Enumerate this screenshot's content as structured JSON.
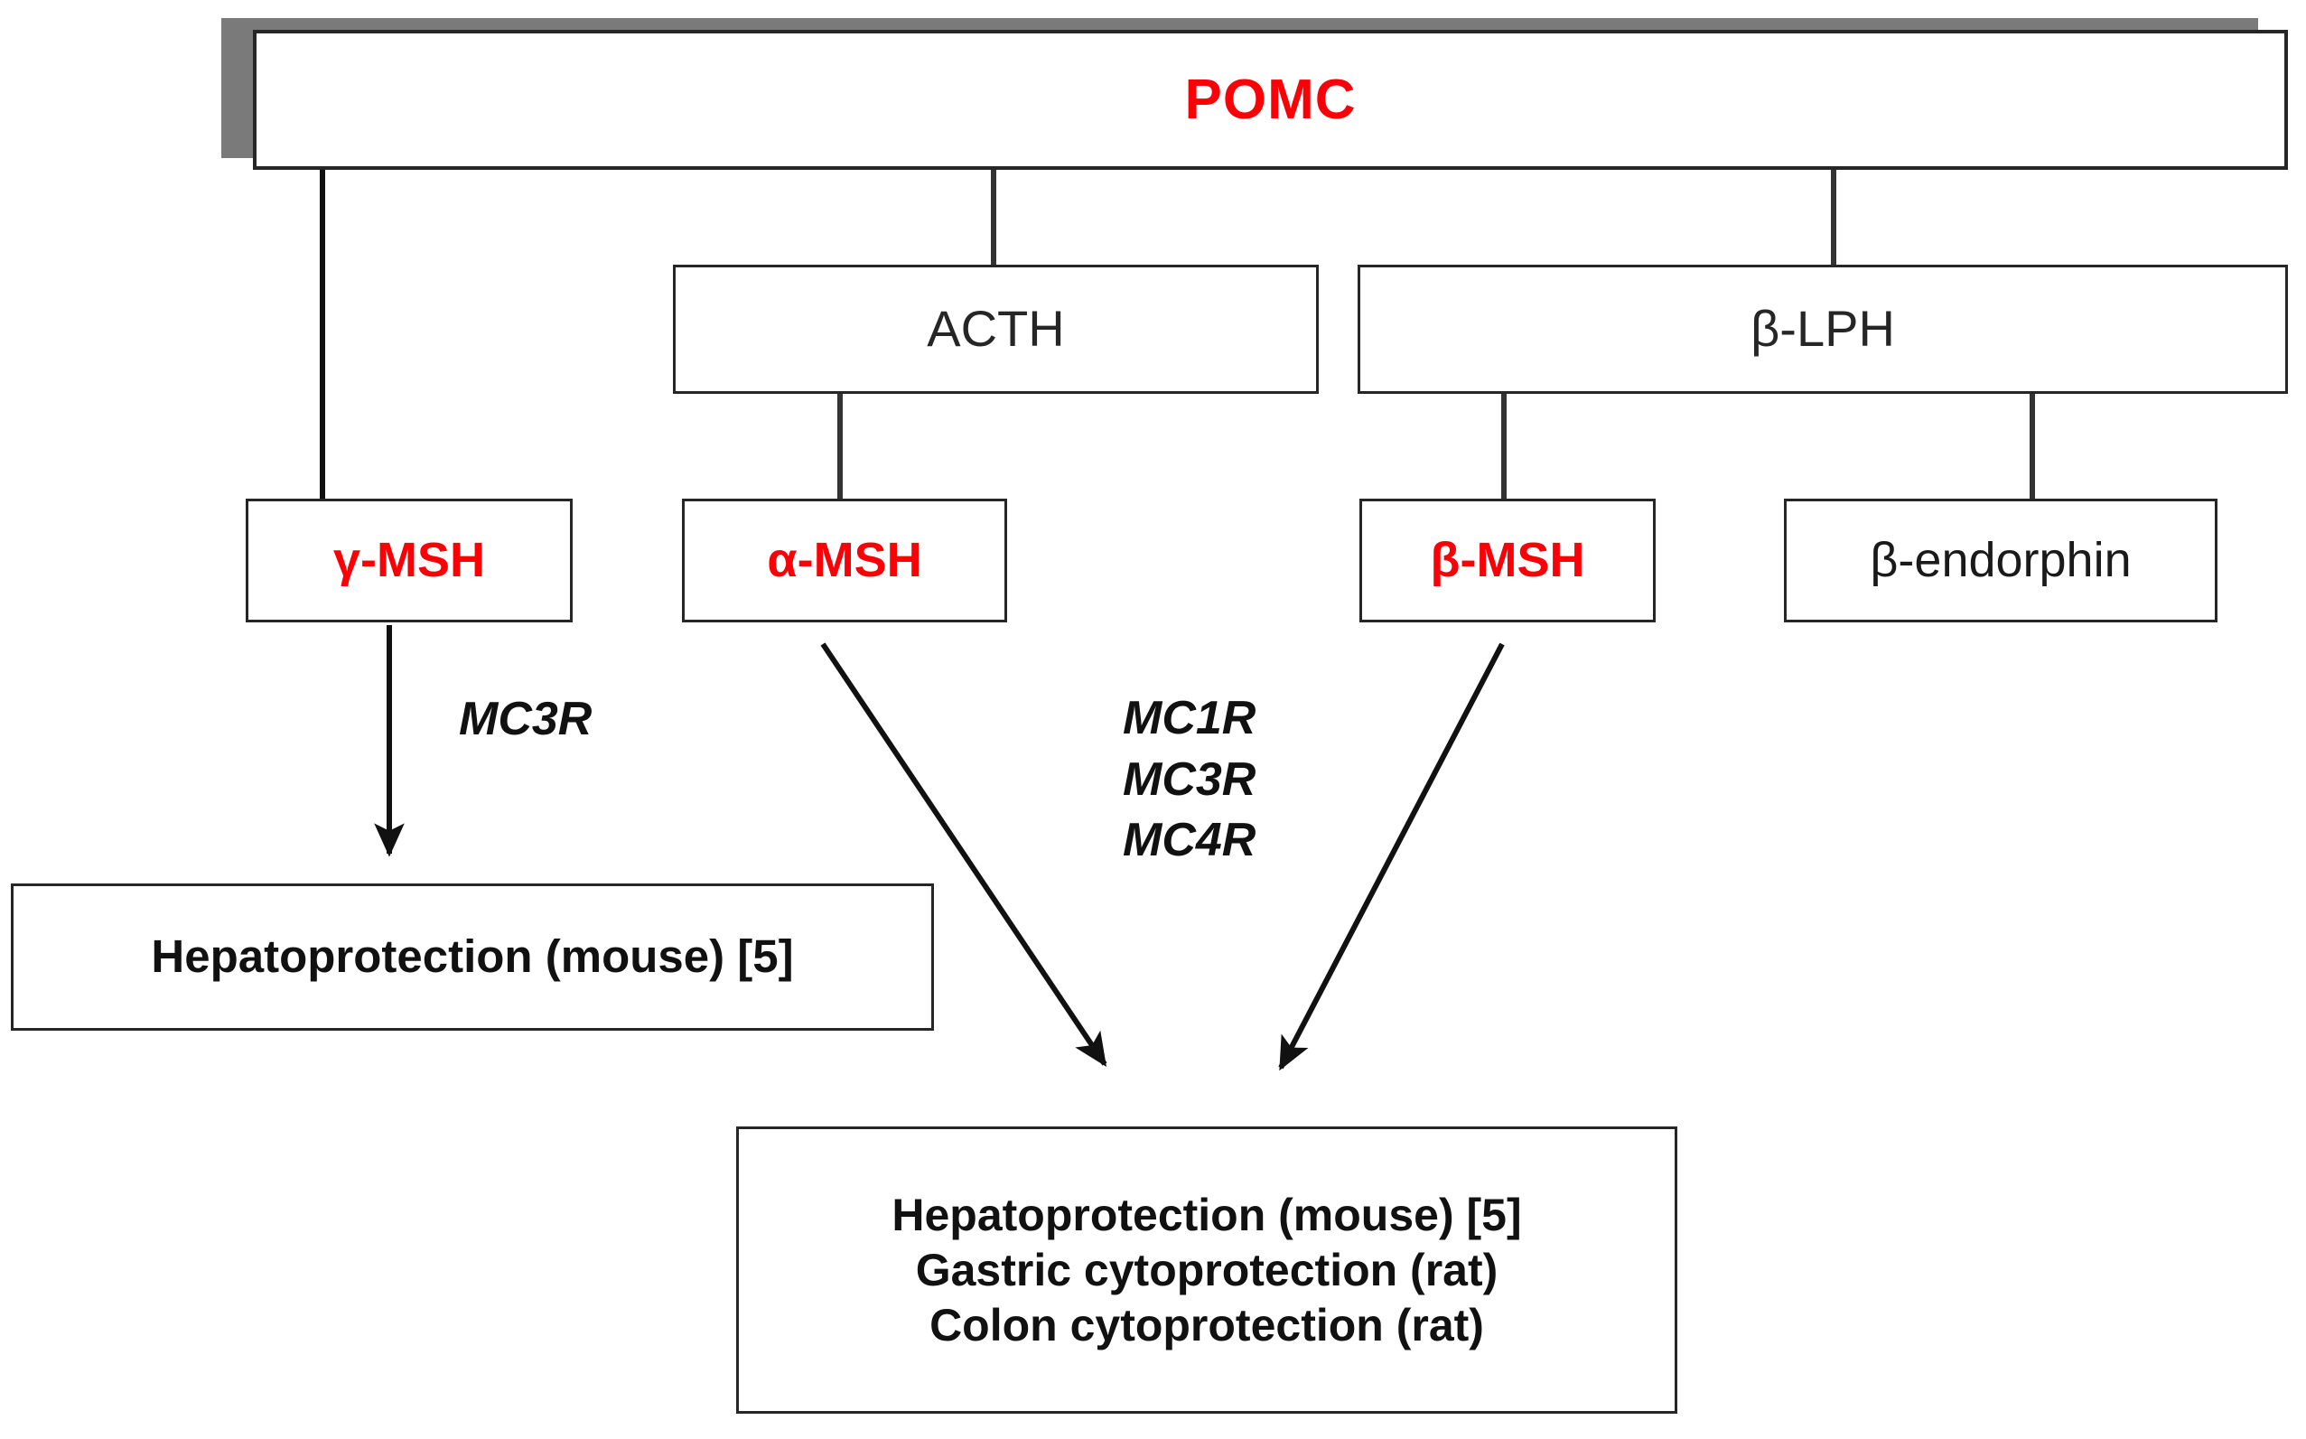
{
  "diagram": {
    "title_node": "POMC",
    "colors": {
      "accent_red": "#fb0007",
      "text_dark": "#1a1a1a",
      "box_border": "#262626",
      "shadow_gray": "#7f7f7f"
    },
    "nodes": {
      "pomc": "POMC",
      "acth": "ACTH",
      "blph": "β-LPH",
      "gamma_msh": "γ-MSH",
      "alpha_msh": "α-MSH",
      "beta_msh": "β-MSH",
      "beta_endorphin": "β-endorphin",
      "hepatoprotection_left": "Hepatoprotection (mouse) [5]",
      "outcomes": [
        "Hepatoprotection (mouse) [5]",
        "Gastric cytoprotection (rat)",
        "Colon cytoprotection (rat)"
      ]
    },
    "receptors": {
      "gamma_msh_receptor": "MC3R",
      "shared_receptors": [
        "MC1R",
        "MC3R",
        "MC4R"
      ]
    },
    "edges": [
      {
        "from": "POMC",
        "to": "γ-MSH",
        "style": "elbow"
      },
      {
        "from": "POMC",
        "to": "ACTH",
        "style": "elbow"
      },
      {
        "from": "POMC",
        "to": "β-LPH",
        "style": "elbow"
      },
      {
        "from": "ACTH",
        "to": "α-MSH",
        "style": "elbow"
      },
      {
        "from": "β-LPH",
        "to": "β-MSH",
        "style": "elbow"
      },
      {
        "from": "β-LPH",
        "to": "β-endorphin",
        "style": "elbow"
      },
      {
        "from": "γ-MSH",
        "to": "Hepatoprotection (mouse) [5]",
        "style": "arrow-vertical",
        "label": "MC3R"
      },
      {
        "from": "α-MSH",
        "to": "outcomes",
        "style": "arrow-diagonal",
        "label": "MC1R / MC3R / MC4R"
      },
      {
        "from": "β-MSH",
        "to": "outcomes",
        "style": "arrow-diagonal",
        "label": "MC1R / MC3R / MC4R"
      }
    ]
  }
}
